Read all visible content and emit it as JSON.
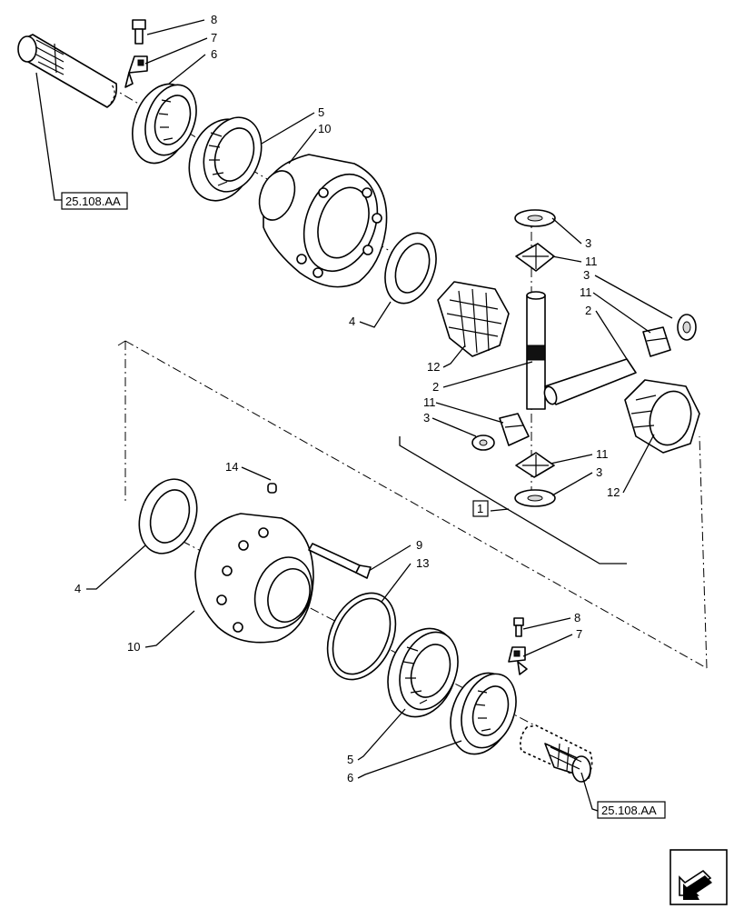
{
  "callouts": {
    "c1": "1",
    "c2a": "2",
    "c2b": "2",
    "c3a": "3",
    "c3b": "3",
    "c3c": "3",
    "c3d": "3",
    "c4a": "4",
    "c4b": "4",
    "c5a": "5",
    "c5b": "5",
    "c6a": "6",
    "c6b": "6",
    "c7a": "7",
    "c7b": "7",
    "c8a": "8",
    "c8b": "8",
    "c9": "9",
    "c10a": "10",
    "c10b": "10",
    "c11a": "11",
    "c11b": "11",
    "c11c": "11",
    "c11d": "11",
    "c12a": "12",
    "c12b": "12",
    "c13": "13",
    "c14": "14"
  },
  "references": {
    "top": "25.108.AA",
    "bottom": "25.108.AA"
  },
  "nav_icon": "arrow-navigation-icon"
}
